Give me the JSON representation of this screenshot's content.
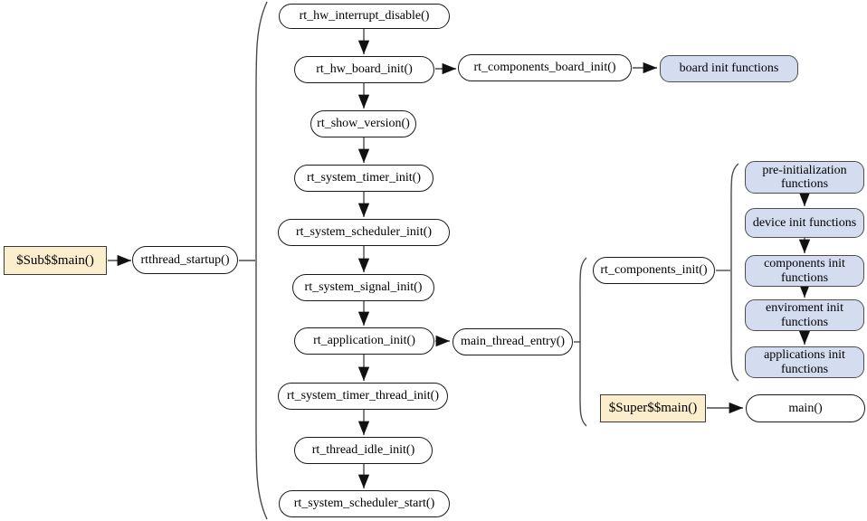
{
  "nodes": {
    "sub_main": "$Sub$$main()",
    "rtthread_startup": "rtthread_startup()",
    "rt_hw_interrupt_disable": "rt_hw_interrupt_disable()",
    "rt_hw_board_init": "rt_hw_board_init()",
    "rt_components_board_init": "rt_components_board_init()",
    "board_init_functions": "board init functions",
    "rt_show_version": "rt_show_version()",
    "rt_system_timer_init": "rt_system_timer_init()",
    "rt_system_scheduler_init": "rt_system_scheduler_init()",
    "rt_system_signal_init": "rt_system_signal_init()",
    "rt_application_init": "rt_application_init()",
    "main_thread_entry": "main_thread_entry()",
    "rt_components_init": "rt_components_init()",
    "pre_initialization_functions": "pre-initialization functions",
    "device_init_functions": "device init functions",
    "components_init_functions": "components init functions",
    "enviroment_init_functions": "enviroment init functions",
    "applications_init_functions": "applications init functions",
    "rt_system_timer_thread_init": "rt_system_timer_thread_init()",
    "rt_thread_idle_init": "rt_thread_idle_init()",
    "rt_system_scheduler_start": "rt_system_scheduler_start()",
    "super_main": "$Super$$main()",
    "main": "main()"
  },
  "colors": {
    "highlight_fill": "#fbeecd",
    "group_fill": "#d4dcf0",
    "node_fill": "#ffffff",
    "border": "#1a1a1a",
    "line": "#4a4a4a"
  }
}
